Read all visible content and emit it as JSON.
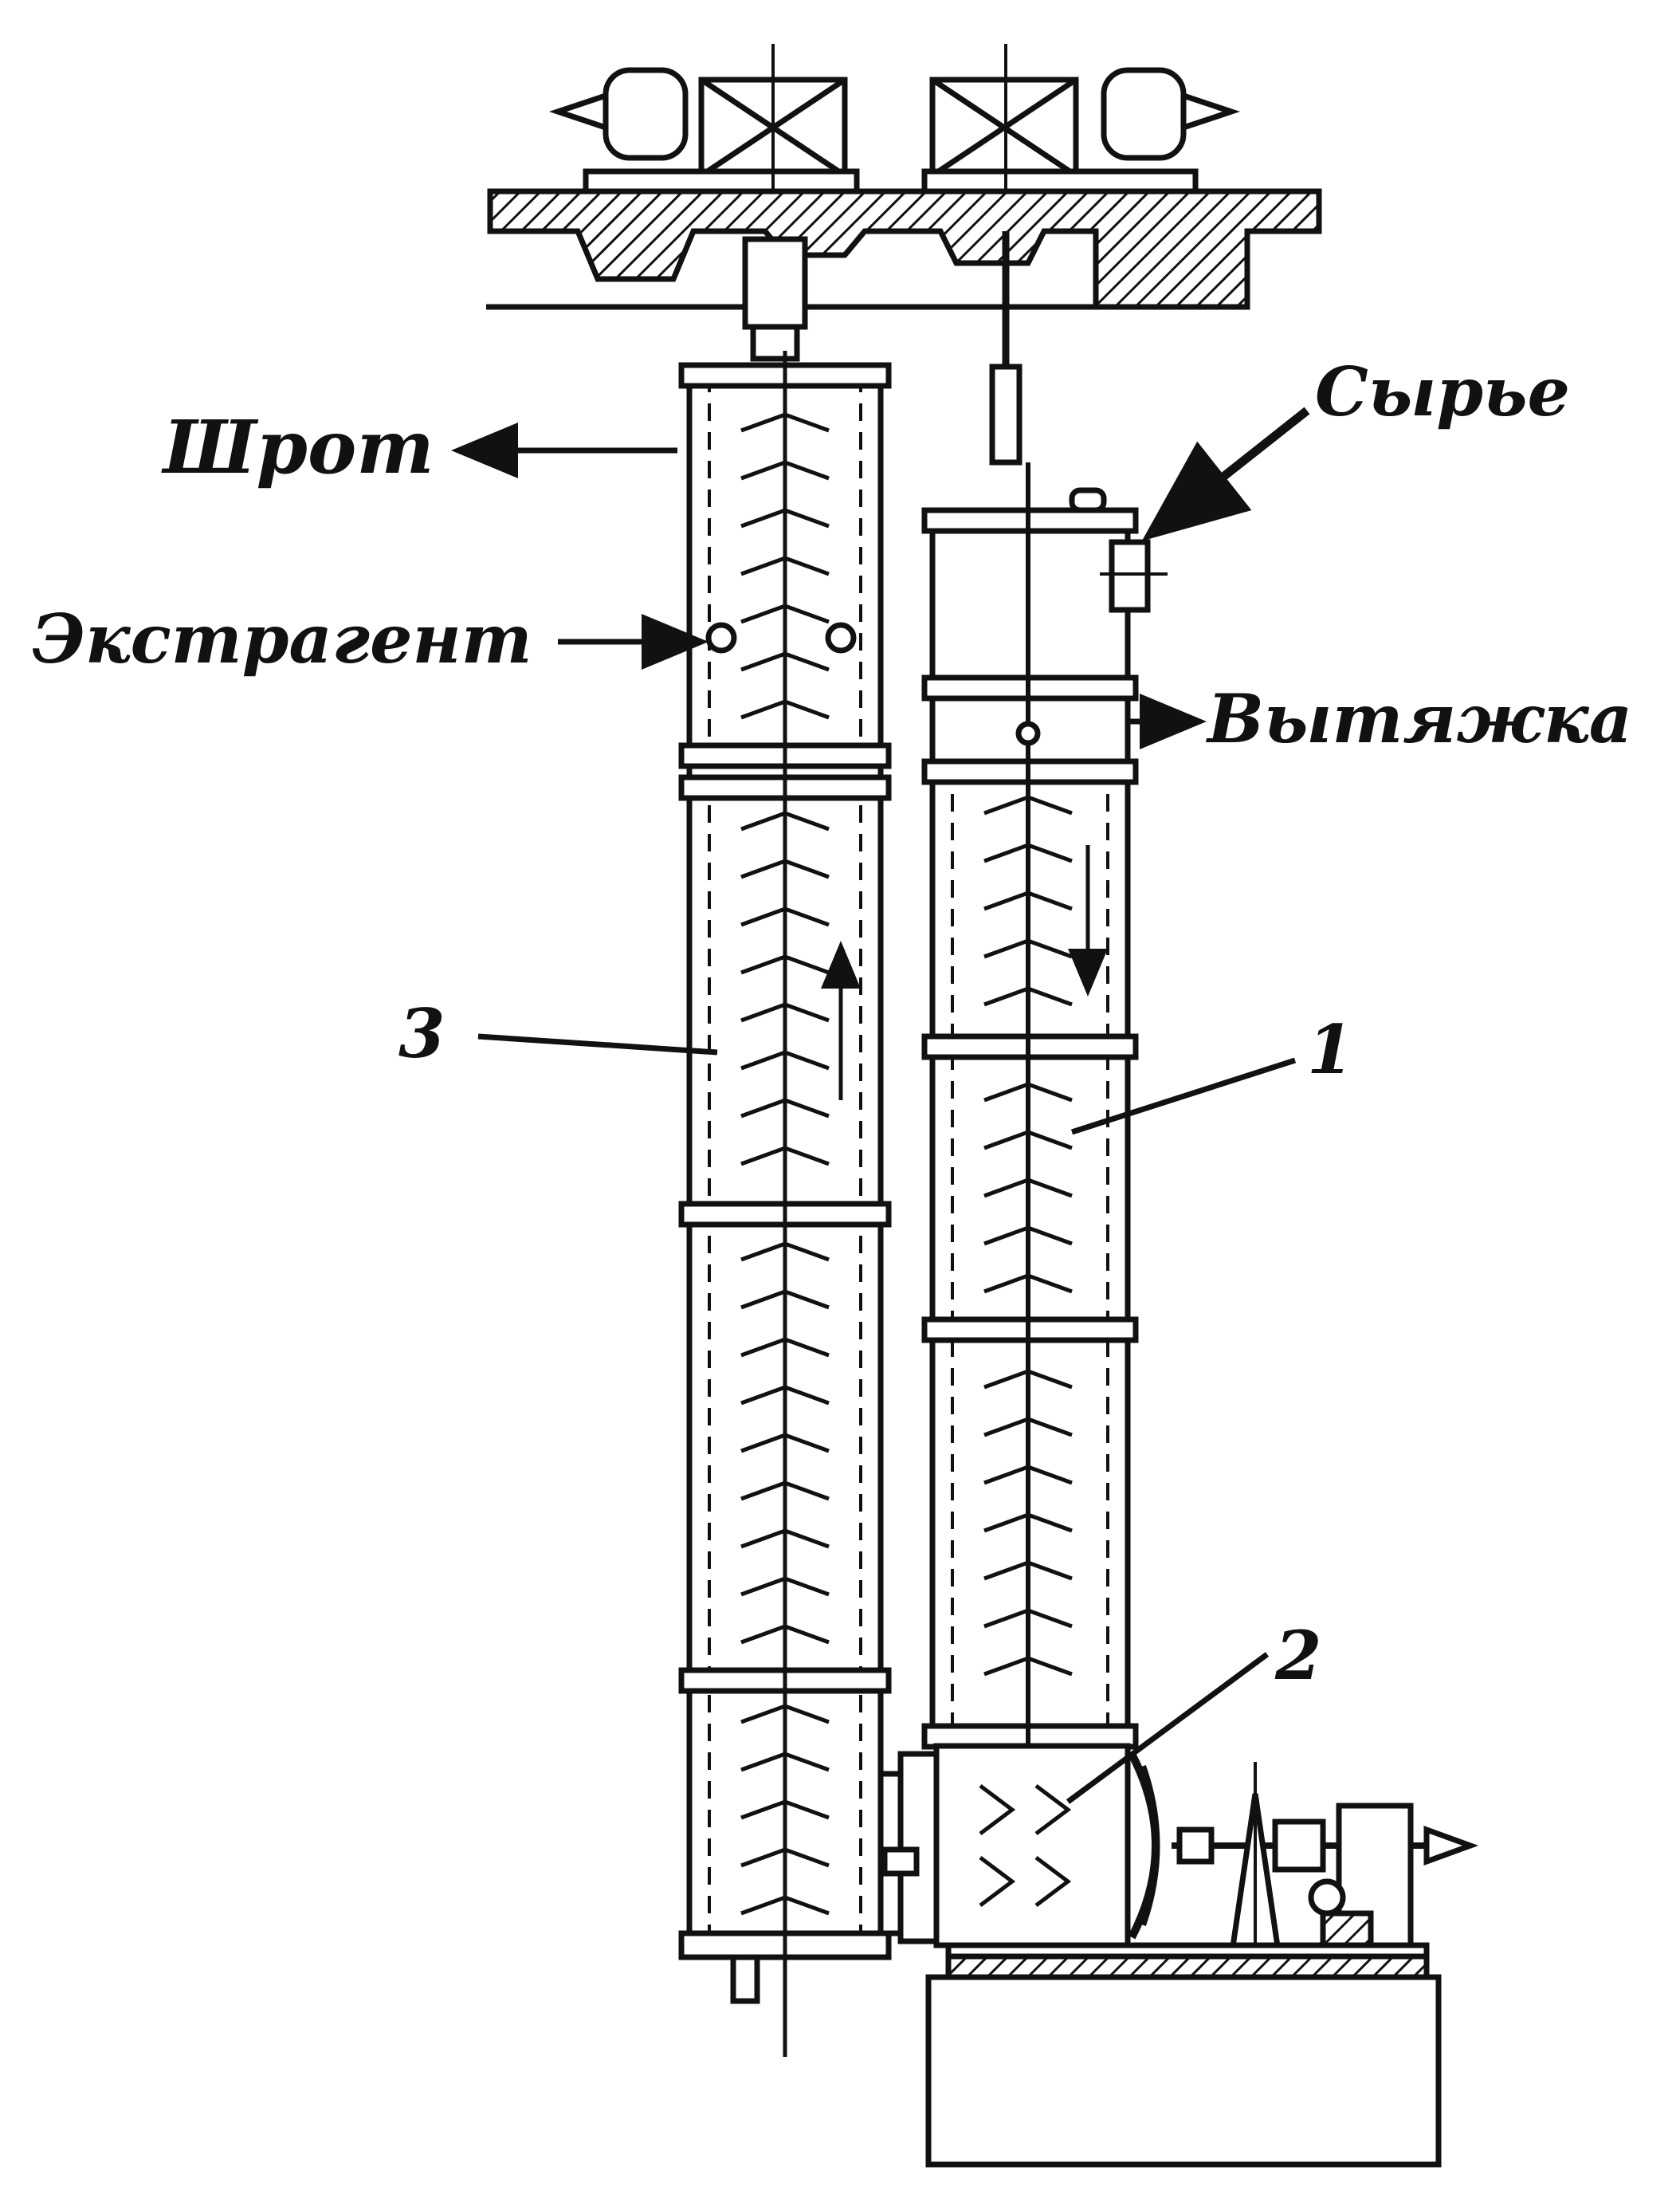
{
  "labels": {
    "meal": "Шрот",
    "extractant": "Экстрагент",
    "raw_material": "Сырье",
    "extract": "Вытяжка",
    "n1": "1",
    "n2": "2",
    "n3": "3"
  },
  "colors": {
    "ink": "#111111",
    "background": "#ffffff"
  }
}
